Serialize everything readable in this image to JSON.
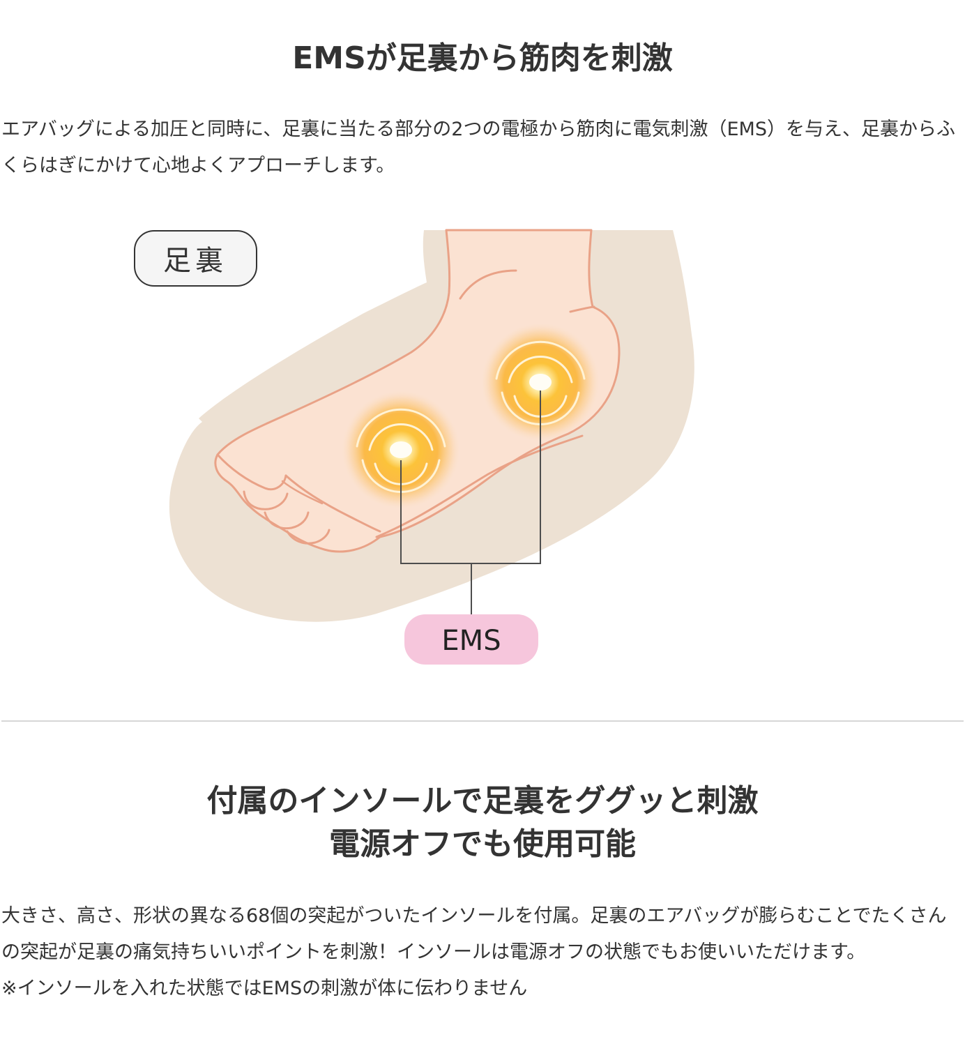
{
  "section1": {
    "title": "EMSが足裏から筋肉を刺激",
    "description": "エアバッグによる加圧と同時に、足裏に当たる部分の2つの電極から筋肉に電気刺激（EMS）を与え、足裏からふくらはぎにかけて心地よくアプローチします。",
    "figure": {
      "area_label": "足裏",
      "ems_label": "EMS"
    }
  },
  "section2": {
    "title_line1": "付属のインソールで足裏をググッと刺激",
    "title_line2": "電源オフでも使用可能",
    "description": "大きさ、高さ、形状の異なる68個の突起がついたインソールを付属。足裏のエアバッグが膨らむことでたくさんの突起が足裏の痛気持ちいいポイントを刺激！インソールは電源オフの状態でもお使いいただけます。",
    "note": "※インソールを入れた状態ではEMSの刺激が体に伝わりません"
  },
  "colors": {
    "text": "#333333",
    "insole": "#ede1d3",
    "skin": "#fbe2d2",
    "skin_outline": "#e9a287",
    "glow": "#fbb330",
    "ems_badge": "#f6c6dc",
    "divider": "#d6d6d6"
  }
}
